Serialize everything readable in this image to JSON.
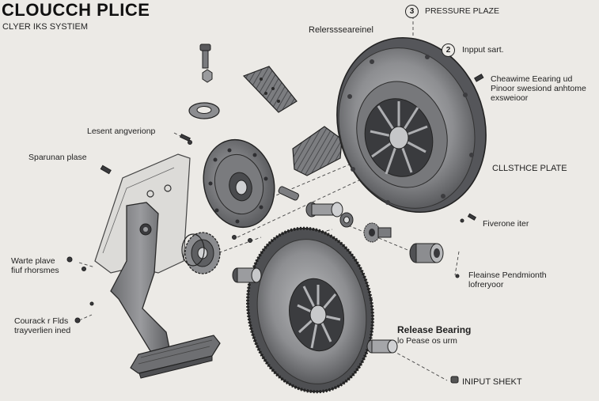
{
  "header": {
    "title": "CLOUCCH PLICE",
    "subtitle": "CLYER IKS SYSTIEM"
  },
  "callouts": [
    {
      "id": "c3",
      "number": "3",
      "label": "PRESSURE PLAZE"
    },
    {
      "id": "c2",
      "number": "2",
      "label": "Inpput sart."
    }
  ],
  "labels": {
    "relerssearinel": "Relerssseareinel",
    "chewime_1": "Cheawime Eearing ud",
    "chewime_2": "Pinoor swesiond anhtome",
    "chewime_3": "exsweioor",
    "clutch_plate": "CLLSTHCE PLATE",
    "fiverone": "Fiverone iter",
    "fleanes_1": "Fleainse Pendmionth",
    "fleanes_2": "lofreryoor",
    "release_bearing": "Release Bearing",
    "release_sub": "lo Pease os urm",
    "input_shekt": "INIPUT SHEKT",
    "lesent": "Lesent angverionp",
    "sparunan": "Sparunan plase",
    "warte_1": "Warte plave",
    "warte_2": "fiuf rhorsmes",
    "courack_1": "Courack r Flds",
    "courack_2": "trayverlien ined"
  },
  "colors": {
    "background": "#eceae6",
    "ink": "#1f1f1f",
    "metal_dark": "#5e5f62",
    "metal_mid": "#8a8b8e",
    "metal_light": "#c3c4c6"
  }
}
